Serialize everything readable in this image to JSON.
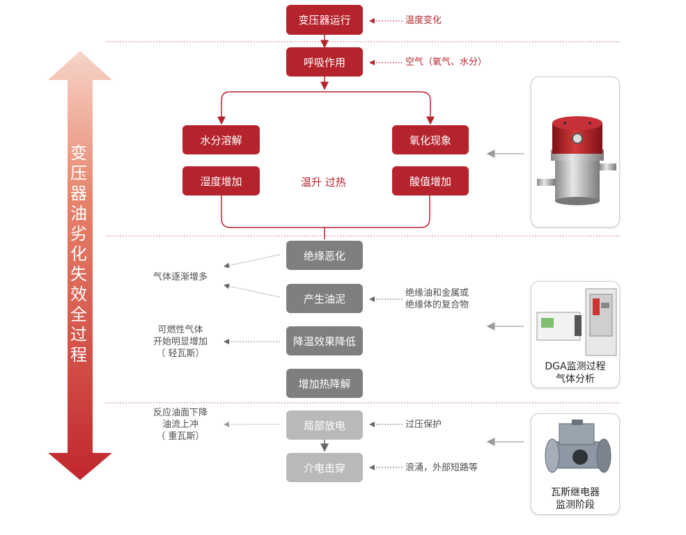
{
  "side_title": "变压器油劣化失效全过程",
  "stage1": {
    "transformer_running": "变压器运行",
    "breathing": "呼吸作用",
    "temp_change_note": "温度变化",
    "air_note": "空气（氧气、水分）",
    "water_dissolve": "水分溶解",
    "oxidation": "氧化现象",
    "humidity_increase": "湿度增加",
    "acid_increase": "酸值增加",
    "temp_rise_label": "温升 过热"
  },
  "stage2": {
    "insulation_degrade": "绝缘恶化",
    "sludge": "产生油泥",
    "cooling_reduce": "降温效果降低",
    "heat_increase": "增加热降解",
    "gas_gradual_note": "气体逐渐增多",
    "compound_note": [
      "绝缘油和金属或",
      "绝缘体的复合物"
    ],
    "combustible_note": [
      "可燃性气体",
      "开始明显增加",
      "（ 轻瓦斯）"
    ]
  },
  "stage3": {
    "partial_discharge": "局部放电",
    "breakdown": "介电击穿",
    "oil_level_note": [
      "反应油面下降",
      "油流上冲",
      "（ 重瓦斯）"
    ],
    "overvoltage_note": "过压保护",
    "surge_note": "浪涌，外部短路等"
  },
  "devices": {
    "dga_caption": [
      "DGA监测过程",
      "气体分析"
    ],
    "relay_caption": [
      "瓦斯继电器",
      "监测阶段"
    ]
  },
  "colors": {
    "accent_red": "#b5242d",
    "dark_gray_box": "#7f7f7f",
    "light_gray_box": "#b9b9b9"
  }
}
